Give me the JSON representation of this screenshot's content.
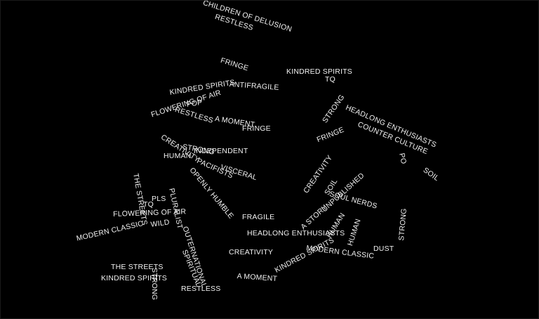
{
  "words": [
    "CHILDREN OF DELUSION",
    "RESTLESS",
    "FRINGE",
    "KINDRED SPIRITS",
    "TQ",
    "ANTIFRAGILE",
    "KINDRED SPIRITS",
    "FLOWERING OF AIR",
    "POP",
    "RESTLESS",
    "A MOMENT",
    "FRINGE",
    "STRONG",
    "HEADLONG ENTHUSIASTS",
    "COUNTER CULTURE",
    "FRINGE",
    "PO",
    "SOIL",
    "CREATIVITY",
    "STRONG",
    "INDEPENDENT",
    "HUMAN",
    "PACIFISTS",
    "VISCERAL",
    "OPENLY HUMBLE",
    "CREATIVITY",
    "SOIL",
    "UNPUBLISHED",
    "SOUL NERDS",
    "A STORY",
    "THE STREETS",
    "PLURALIST",
    "PLS",
    "TQ",
    "FLOWERING OF AIR",
    "WILD",
    "MODERN CLASSIC",
    "FRAGILE",
    "HUMAN",
    "STRONG",
    "OUTERNATIONAL",
    "HEADLONG ENTHUSIASTS",
    "HUMAN",
    "KINDRED SPIRITS",
    "MODERN CLASSIC",
    "DUST",
    "CREATIVITY",
    "SPIRITUAL",
    "THE STREETS",
    "STRONG",
    "KINDRED SPIRITS",
    "A MOMENT",
    "RESTLESS"
  ]
}
